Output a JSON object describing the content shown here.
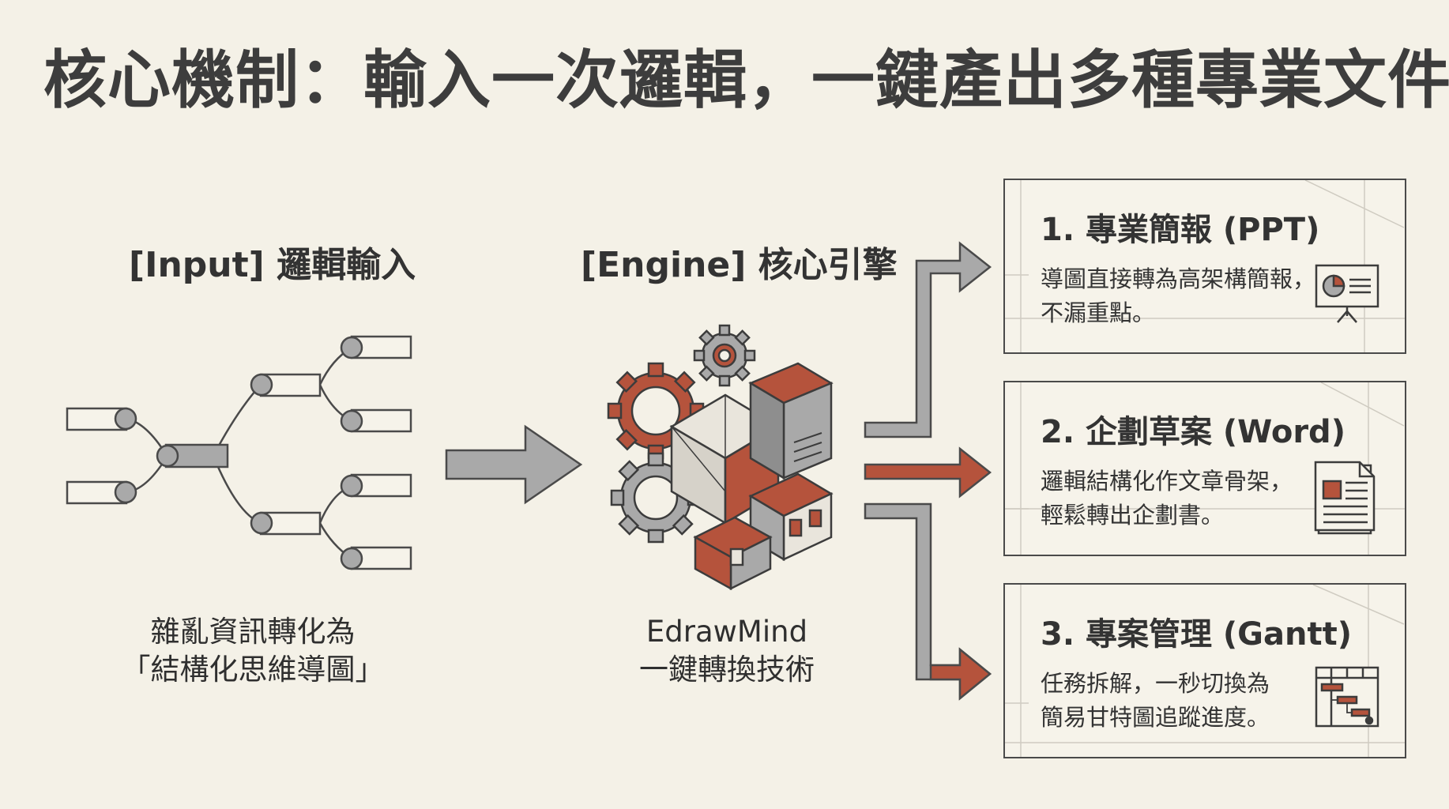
{
  "title": "核心機制：輸入一次邏輯，一鍵產出多種專業文件",
  "input": {
    "heading": "[Input] 邏輯輸入",
    "caption_line1": "雜亂資訊轉化為",
    "caption_line2": "「結構化思維導圖」"
  },
  "engine": {
    "heading": "[Engine] 核心引擎",
    "caption_line1": "EdrawMind",
    "caption_line2": "一鍵轉換技術"
  },
  "outputs": [
    {
      "title": "1. 專業簡報 (PPT)",
      "desc_line1": "導圖直接轉為高架構簡報，",
      "desc_line2": "不漏重點。",
      "icon": "presentation-board-icon"
    },
    {
      "title": "2. 企劃草案 (Word)",
      "desc_line1": "邏輯結構化作文章骨架，",
      "desc_line2": "輕鬆轉出企劃書。",
      "icon": "document-icon"
    },
    {
      "title": "3. 專案管理 (Gantt)",
      "desc_line1": "任務拆解，一秒切換為",
      "desc_line2": "簡易甘特圖追蹤進度。",
      "icon": "gantt-chart-icon"
    }
  ],
  "colors": {
    "background": "#f4f1e7",
    "accent": "#b5533c",
    "arrow_gray": "#a7a7a7",
    "ink": "#3a3a3a"
  }
}
